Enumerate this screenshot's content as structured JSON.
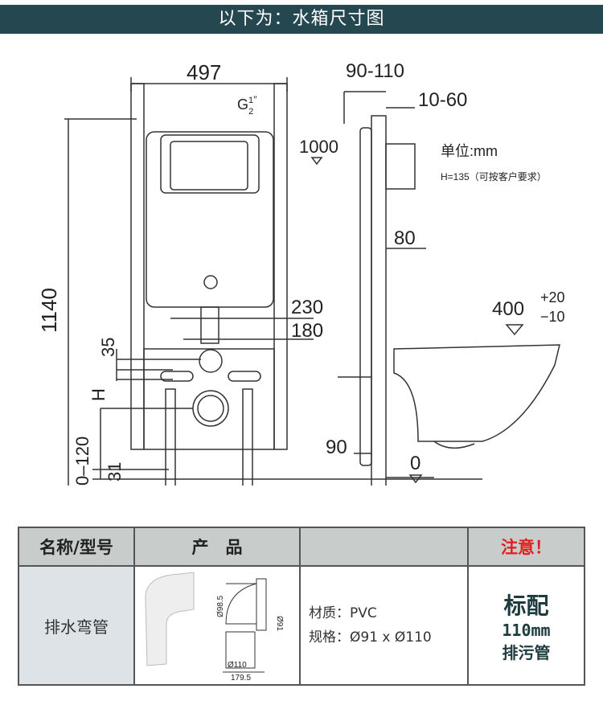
{
  "banner": {
    "title": "以下为：水箱尺寸图"
  },
  "front_view": {
    "width": "497",
    "inlet": "G",
    "inlet_frac_num": "1",
    "inlet_frac_den": "2",
    "inlet_unit": "″",
    "height": "1140",
    "d230": "230",
    "d180": "180",
    "d35": "35",
    "dH": "H",
    "d120": "0–120",
    "d31": "31"
  },
  "side_view": {
    "d90_110": "90-110",
    "d10_60": "10-60",
    "d1000": "1000",
    "d80": "80",
    "d400": "400",
    "tol_plus": "+20",
    "tol_minus": "−10",
    "d90": "90",
    "d0": "0"
  },
  "unit": {
    "label": "单位:mm",
    "h_note": "H=135（可按客户要求）"
  },
  "table": {
    "headers": [
      "名称/型号",
      "产　品",
      "",
      "注意！"
    ],
    "row": {
      "name": "排水弯管",
      "dims": {
        "d98_5": "Ø98.5",
        "d91": "Ø91",
        "d110": "Ø110",
        "len": "179.5"
      },
      "material": "材质：PVC",
      "spec": "规格：Ø91 x Ø110",
      "note_main": "标配",
      "note_size": "110mm",
      "note_sub": "排污管"
    }
  },
  "colors": {
    "banner": "#25474f",
    "attention": "#e02020",
    "note": "#1e3b3e"
  }
}
